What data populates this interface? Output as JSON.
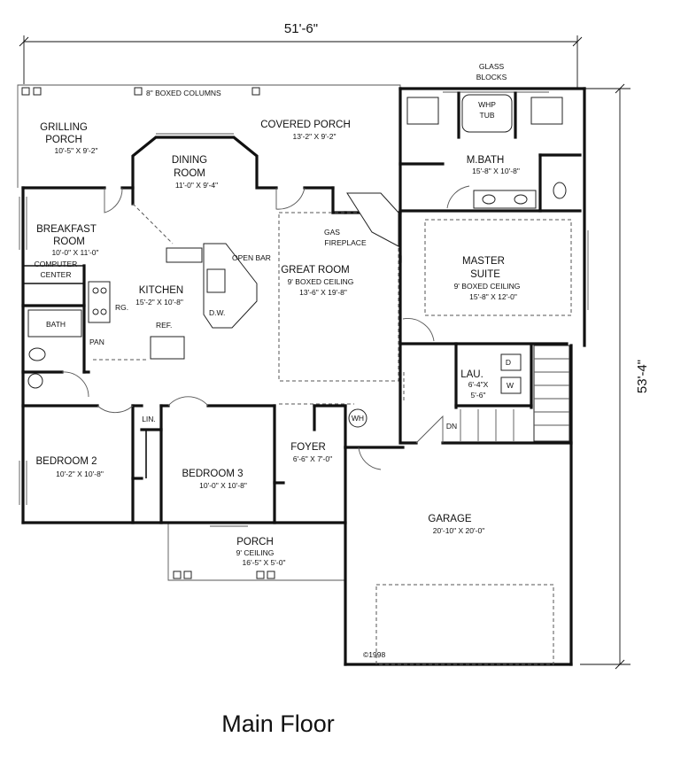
{
  "dimensions": {
    "overall_width": "51'-6\"",
    "overall_depth": "53'-4\""
  },
  "caption": "Main Floor",
  "copyright": "©1998",
  "rooms": [
    {
      "id": "grilling_porch",
      "name_lines": [
        "GRILLING",
        "PORCH"
      ],
      "size": "10'-5\" X 9'-2\""
    },
    {
      "id": "covered_porch",
      "name_lines": [
        "COVERED PORCH"
      ],
      "size": "13'-2\" X 9'-2\""
    },
    {
      "id": "dining",
      "name_lines": [
        "DINING",
        "ROOM"
      ],
      "size": "11'-0\" X 9'-4\""
    },
    {
      "id": "mbath",
      "name_lines": [
        "M.BATH"
      ],
      "size": "15'-8\" X 10'-8\""
    },
    {
      "id": "breakfast",
      "name_lines": [
        "BREAKFAST",
        "ROOM"
      ],
      "size": "10'-0\" X 11'-0\""
    },
    {
      "id": "great",
      "name_lines": [
        "GREAT ROOM",
        "9' BOXED CEILING"
      ],
      "size": "13'-6\" X 19'-8\""
    },
    {
      "id": "master",
      "name_lines": [
        "MASTER",
        "SUITE",
        "9' BOXED CEILING"
      ],
      "size": "15'-8\" X 12'-0\""
    },
    {
      "id": "kitchen",
      "name_lines": [
        "KITCHEN"
      ],
      "size": "15'-2\" X 10'-8\""
    },
    {
      "id": "laundry",
      "name_lines": [
        "LAU."
      ],
      "size_lines": [
        "6'-4\"X",
        "5'-6\""
      ]
    },
    {
      "id": "bedroom2",
      "name_lines": [
        "BEDROOM 2"
      ],
      "size": "10'-2\" X 10'-8\""
    },
    {
      "id": "bedroom3",
      "name_lines": [
        "BEDROOM 3"
      ],
      "size": "10'-0\" X 10'-8\""
    },
    {
      "id": "foyer",
      "name_lines": [
        "FOYER"
      ],
      "size": "6'-6\" X 7'-0\""
    },
    {
      "id": "garage",
      "name_lines": [
        "GARAGE"
      ],
      "size": "20'-10\" X 20'-0\""
    },
    {
      "id": "porch",
      "name_lines": [
        "PORCH",
        "9' CEILING"
      ],
      "size": "16'-5\" X 5'-0\""
    }
  ],
  "labels": {
    "glass_blocks": [
      "GLASS",
      "BLOCKS"
    ],
    "boxed_columns": "8\" BOXED COLUMNS",
    "whp_tub": [
      "WHP",
      "TUB"
    ],
    "gas_fireplace": [
      "GAS",
      "FIREPLACE"
    ],
    "open_bar": "OPEN BAR",
    "computer_center": [
      "COMPUTER",
      "CENTER"
    ],
    "range": "RG.",
    "dishwasher": "D.W.",
    "refrigerator": "REF.",
    "bath": "BATH",
    "pantry": "PAN",
    "linen": "LIN.",
    "water_heater": "WH",
    "down": "DN",
    "dryer": "D",
    "washer": "W"
  }
}
